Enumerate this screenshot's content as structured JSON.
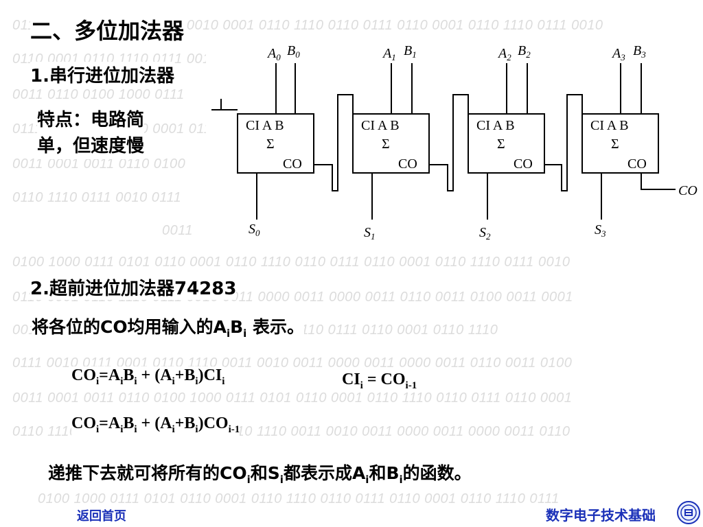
{
  "background_binary": [
    "0110 0001 0110 1110 0111 0010 0001 0110 1110 0110 0111 0110 0001 0110 1110 0111 0010",
    "0110 0001 0110 1110 0111 0010",
    "0011 0110 0100 1000 0111",
    "0111 0010 0011 0110 0001 0111",
    "0011 0001 0011 0110 0100",
    "0110 1110 0111 0010 0111",
    "0011",
    "0100 1000 0111 0101 0110 0001 0110 1110 0110 0111 0110 0001 0110 1110 0111 0010",
    "0110 0001 0110 1110 0111 0010 0011 0000 0011 0000 0011 0110 0011 0100 0011 0001",
    "0011 0110 0111 0001 0110 0001 0110 1110 0110 0111 0110 0001 0110 1110",
    "0111 0010 0111 0001 0110 1110 0011 0010 0011 0000 0011 0000 0011 0110 0011 0100",
    "0011 0001 0011 0110 0100 1000 0111 0101 0110 0001 0110 1110 0110 0111 0110 0001",
    "0110 1110 0111 0010 0111 0001 0110 1110 0011 0010 0011 0000 0011 0000 0011 0110",
    "0100 1000 0111 0101 0110 0001 0110 1110 0110 0111 0110 0001 0110 1110 0111"
  ],
  "title": "二、多位加法器",
  "section1": {
    "heading": "1.串行进位加法器",
    "note_line1": "特点：电路简",
    "note_line2": "单，但速度慢"
  },
  "circuit": {
    "adders": [
      {
        "a": "A",
        "a_sub": "0",
        "b": "B",
        "b_sub": "0",
        "s": "S",
        "s_sub": "0"
      },
      {
        "a": "A",
        "a_sub": "1",
        "b": "B",
        "b_sub": "1",
        "s": "S",
        "s_sub": "1"
      },
      {
        "a": "A",
        "a_sub": "2",
        "b": "B",
        "b_sub": "2",
        "s": "S",
        "s_sub": "2"
      },
      {
        "a": "A",
        "a_sub": "3",
        "b": "B",
        "b_sub": "3",
        "s": "S",
        "s_sub": "3"
      }
    ],
    "box_top_label": "CI A B",
    "sigma": "Σ",
    "co_label": "CO",
    "output_label": "CO"
  },
  "section2": {
    "heading": "2.超前进位加法器74283",
    "line1_pre": "将各位的CO均用输入的A",
    "line1_sub1": "i",
    "line1_mid": "B",
    "line1_sub2": "i",
    "line1_post": " 表示。"
  },
  "formulas": {
    "f1": {
      "p1": "CO",
      "s1": "i",
      "p2": "=A",
      "s2": "i",
      "p3": "B",
      "s3": "i",
      "p4": " + (A",
      "s4": "i",
      "p5": "+B",
      "s5": "i",
      "p6": ")CI",
      "s6": "i"
    },
    "f2": {
      "p1": "CI",
      "s1": "i",
      "p2": " = CO",
      "s2": "i-1"
    },
    "f3": {
      "p1": "CO",
      "s1": "i",
      "p2": "=A",
      "s2": "i",
      "p3": "B",
      "s3": "i",
      "p4": " + (A",
      "s4": "i",
      "p5": "+B",
      "s5": "i",
      "p6": ")CO",
      "s6": "i-1"
    }
  },
  "conclusion": {
    "p1": "递推下去就可将所有的CO",
    "s1": "i",
    "p2": "和S",
    "s2": "i",
    "p3": "都表示成A",
    "s3": "i",
    "p4": "和B",
    "s4": "i",
    "p5": "的函数。"
  },
  "footer": {
    "home_link": "返回首页",
    "course_title": "数字电子技术基础",
    "logo_icon": "university-seal-icon"
  },
  "colors": {
    "link": "#1a30b8",
    "watermark": "#dcdcdc"
  }
}
